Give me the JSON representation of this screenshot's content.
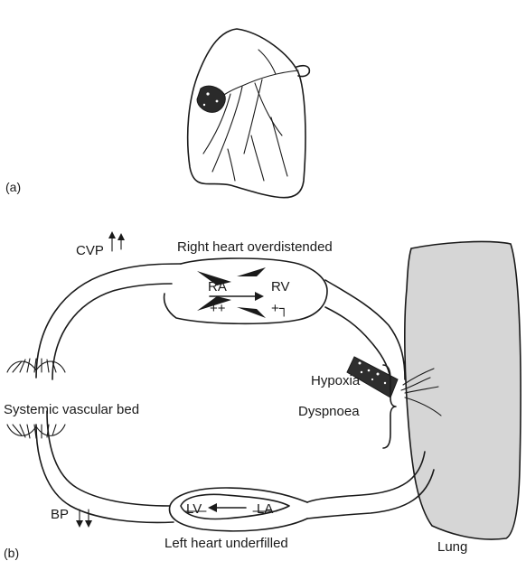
{
  "panels": {
    "a": {
      "label": "(a)"
    },
    "b": {
      "label": "(b)"
    }
  },
  "labels": {
    "cvp": "CVP",
    "right_heart": "Right heart overdistended",
    "ra": "RA",
    "rv": "RV",
    "ra_sign": "++",
    "rv_sign": "+┐",
    "hypoxia": "Hypoxia",
    "dyspnoea": "Dyspnoea",
    "systemic": "Systemic vascular bed",
    "lv": "LV",
    "la": "LA",
    "left_heart": "Left heart underfilled",
    "bp": "BP",
    "lung": "Lung"
  },
  "colors": {
    "ink": "#1a1a1a",
    "lung_fill": "#d6d6d6"
  }
}
